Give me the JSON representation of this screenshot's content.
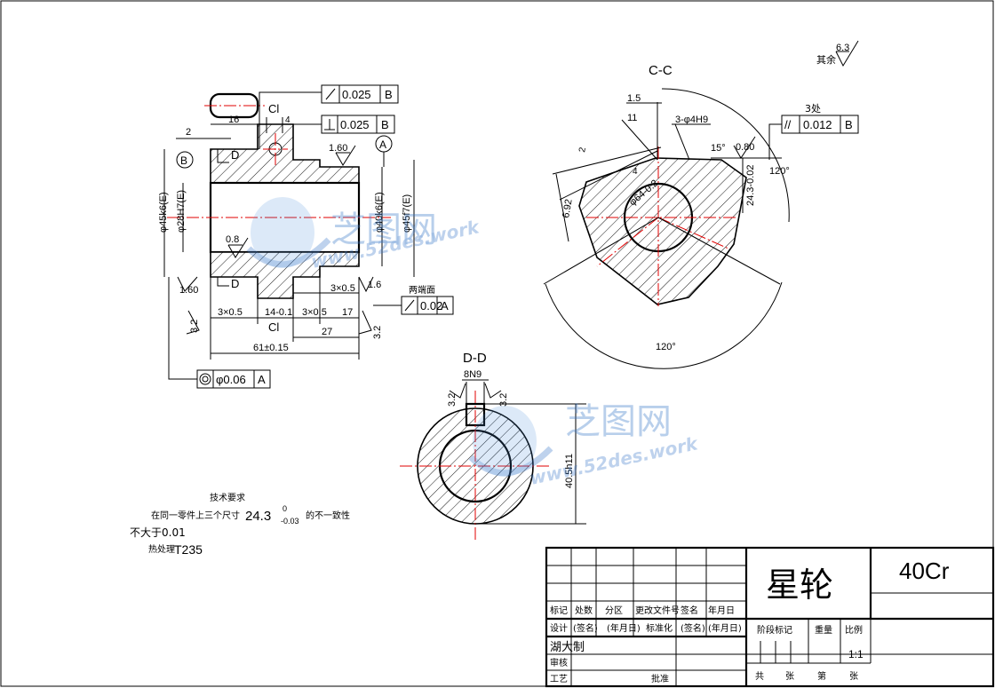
{
  "roughness_rest": {
    "label": "其余",
    "value": "6.3"
  },
  "section_cc": {
    "title": "C-C",
    "dim_1_5": "1.5",
    "dim_11": "11",
    "holes": "3-φ4H9",
    "angle_15": "15°",
    "rough_080": "0.80",
    "dim_24_3": "24.3-0.02",
    "dim_64": "φ64-0.2",
    "angle_top": "120°",
    "angle_bottom": "120°",
    "dim_6_92": "6.92",
    "dim_2": "2",
    "dim_r4": "4",
    "tol_note": "3处",
    "tol_symbol": "//",
    "tol_value": "0.012",
    "tol_datum": "B"
  },
  "main_view": {
    "dim_16": "16",
    "dim_2": "2",
    "label_cl_top": "Cl",
    "dim_4": "4",
    "label_d_top": "D",
    "label_d_bottom": "D",
    "label_cl_bottom": "Cl",
    "datum_b": "B",
    "datum_a": "A",
    "dia_45k6": "φ45k6(E)",
    "dia_28h7": "φ28H7(E)",
    "dia_40k6": "φ40k6(E)",
    "dia_45f7": "φ45f7(E)",
    "rough_160_top": "1.60",
    "rough_160_bottom": "1.60",
    "rough_08": "0.8",
    "rough_16": "1.6",
    "rough_32_left": "3.2",
    "rough_32_right": "3.2",
    "ch_1": "3×0.5",
    "ch_2": "3×0.5",
    "ch_3": "3×0.5",
    "dim_14": "14-0.1",
    "dim_17": "17",
    "dim_27": "27",
    "dim_61": "61±0.15",
    "tol1_value": "0.025",
    "tol1_datum": "B",
    "tol2_value": "0.025",
    "tol2_datum": "B",
    "tol3_note": "两端面",
    "tol3_value": "0.02",
    "tol3_datum": "A",
    "tol4_value": "φ0.06",
    "tol4_datum": "A"
  },
  "section_dd": {
    "title": "D-D",
    "dim_8n9": "8N9",
    "rough_left": "3.2",
    "rough_right": "3.2",
    "dim_40_5": "40.5h11"
  },
  "tech": {
    "title": "技术要求",
    "line1_a": "在同一零件上三个尺寸",
    "line1_dim": "24.3",
    "line1_tol_up": "0",
    "line1_tol_dn": "-0.03",
    "line1_b": "的不一致性",
    "line2": "不大于0.01",
    "line3_a": "热处理",
    "line3_b": "T235"
  },
  "title_block": {
    "part_name": "星轮",
    "material": "40Cr",
    "r1": [
      "标记",
      "处数",
      "分区",
      "更改文件号",
      "签名",
      "年月日"
    ],
    "r2": [
      "设计",
      "(签名)",
      "(年月日)",
      "标准化",
      "(签名)",
      "(年月日)"
    ],
    "drawer": "湖大制",
    "r4": "审核",
    "r5": "工艺",
    "r5b": "批准",
    "stage": "阶段标记",
    "weight": "重量",
    "scale_h": "比例",
    "scale": "1:1",
    "b1": "共",
    "b2": "张",
    "b3": "第",
    "b4": "张"
  },
  "watermark": {
    "cn": "芝图网",
    "en": "www.52des.work"
  }
}
